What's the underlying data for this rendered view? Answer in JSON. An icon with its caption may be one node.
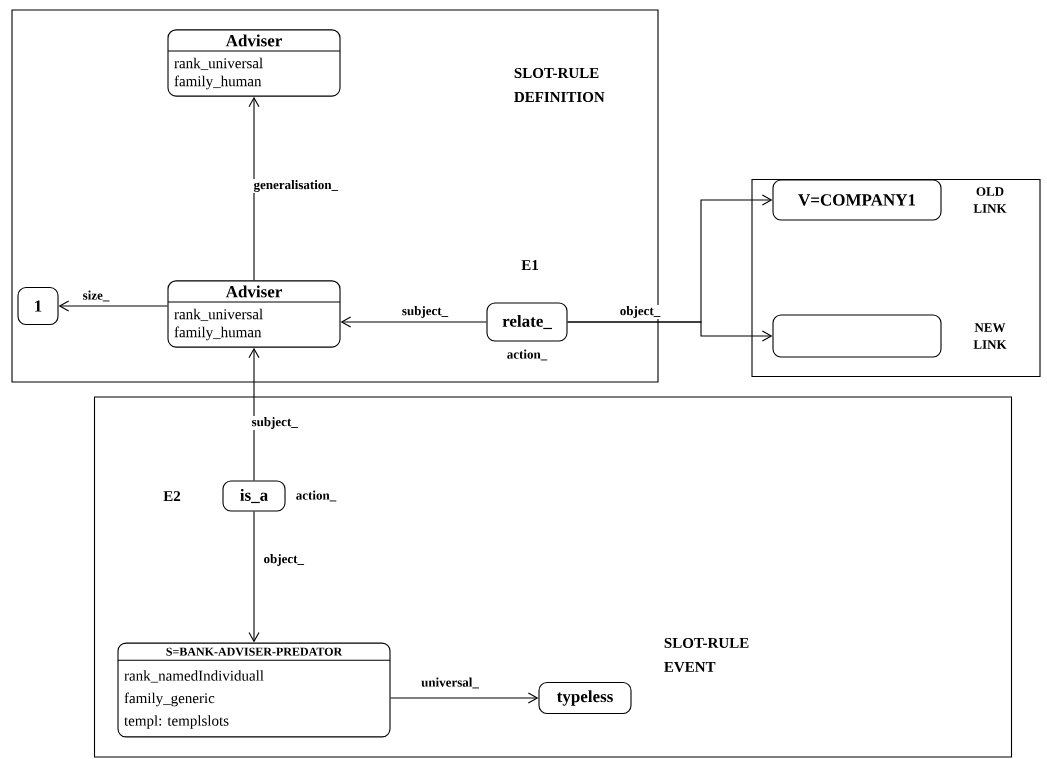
{
  "diagram": {
    "nodes": [
      {
        "text": [
          "SLOT-RULE DEFINITION"
        ]
      },
      {
        "text": [
          "Adviser",
          "rank_universal",
          "family_human"
        ],
        "in": 0
      },
      {
        "text": [
          "Adviser",
          "rank_universal",
          "family_human"
        ],
        "in": 0
      },
      {
        "text": [
          "1"
        ],
        "in": 0
      },
      {
        "text": [
          "relate_"
        ],
        "in": 0,
        "beside": [
          "E1",
          "action_"
        ]
      },
      {
        "text": [],
        "shape": "box"
      },
      {
        "text": [
          "V=COMPANY1"
        ],
        "in": 5,
        "beside": [
          "OLD LINK"
        ]
      },
      {
        "text": [],
        "shape": "box",
        "in": 5,
        "beside": [
          "NEW LINK"
        ]
      },
      {
        "text": [
          "SLOT-RULE EVENT"
        ]
      },
      {
        "text": [
          "is_a"
        ],
        "in": 8,
        "beside": [
          "E2",
          "action_"
        ]
      },
      {
        "text": [
          "S=BANK-ADVISER-PREDATOR",
          "rank_namedIndividuall",
          "family_generic",
          "templ: templslots"
        ],
        "in": 8
      },
      {
        "text": [
          "typeless"
        ],
        "in": 8
      }
    ],
    "edges": [
      {
        "from": 2,
        "to": 1,
        "arrow": "to",
        "label": "generalisation_"
      },
      {
        "from": 2,
        "to": 3,
        "arrow": "to",
        "label": "size_"
      },
      {
        "from": 4,
        "to": 2,
        "arrow": "to",
        "label": "subject_"
      },
      {
        "from": 4,
        "to": 6,
        "arrow": "to",
        "label": "object_"
      },
      {
        "from": 4,
        "to": 7,
        "arrow": "to"
      },
      {
        "from": 9,
        "to": 2,
        "arrow": "to",
        "label": "subject_"
      },
      {
        "from": 9,
        "to": 10,
        "arrow": "to",
        "label": "object_"
      },
      {
        "from": 10,
        "to": 11,
        "arrow": "to",
        "label": "universal_"
      }
    ]
  }
}
